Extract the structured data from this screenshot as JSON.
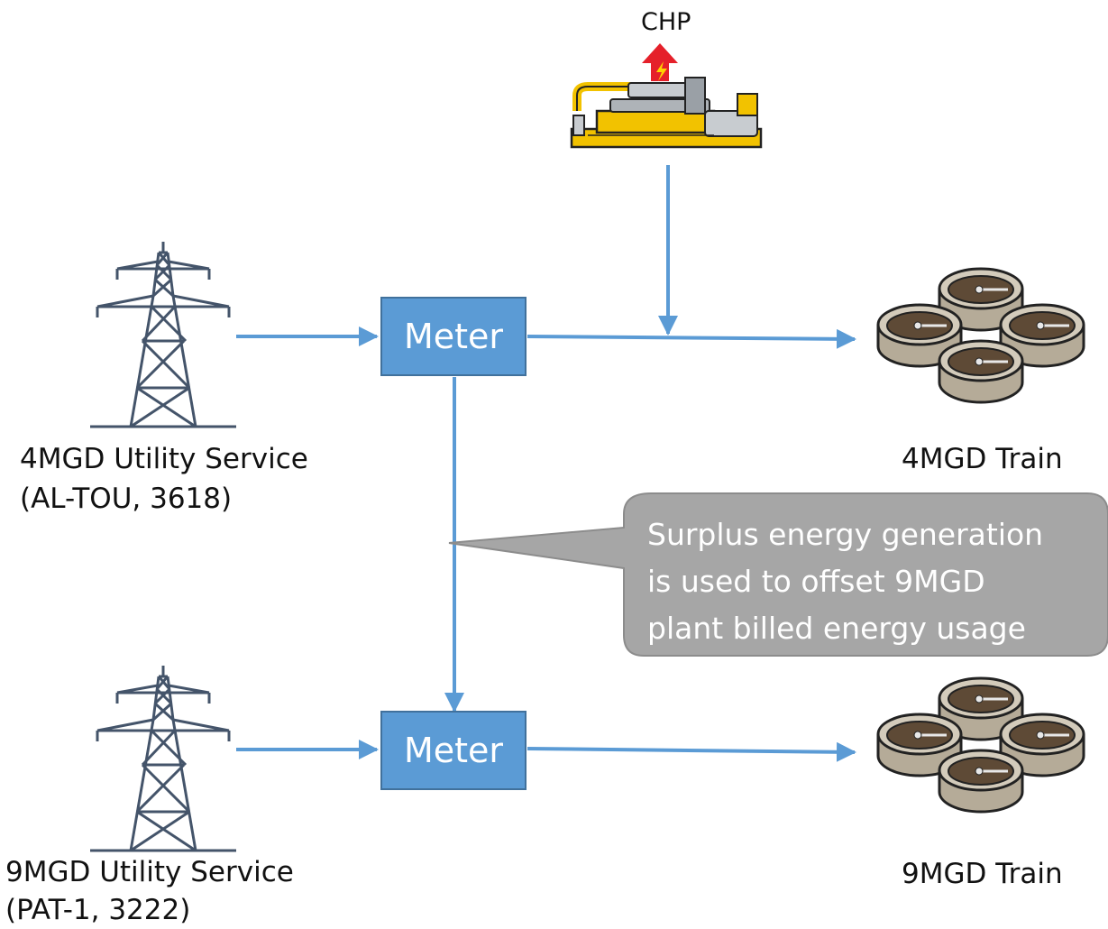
{
  "nodes": {
    "chp": {
      "label": "CHP"
    },
    "utility_4mgd": {
      "line1": "4MGD Utility Service",
      "line2": "(AL-TOU, 3618)"
    },
    "utility_9mgd": {
      "line1": "9MGD Utility Service",
      "line2": "(PAT-1, 3222)"
    },
    "meter_top": {
      "label": "Meter"
    },
    "meter_bottom": {
      "label": "Meter"
    },
    "train_4mgd": {
      "label": "4MGD Train"
    },
    "train_9mgd": {
      "label": "9MGD Train"
    }
  },
  "callout": {
    "lines": [
      "Surplus energy generation",
      "is used to offset 9MGD",
      "plant billed energy usage"
    ]
  },
  "colors": {
    "arrow": "#5b9bd5",
    "meter_fill": "#5b9bd5",
    "tower": "#44546a",
    "callout_fill": "#a6a6a6",
    "tank_outer": "#c9c0ae",
    "tank_inner": "#5e4a36",
    "chp_body": "#f2c200"
  },
  "icons": {
    "power_tower": "transmission-tower-icon",
    "chp": "chp-generator-icon",
    "train": "clarifier-tanks-icon",
    "electric": "lightning-bolt-icon"
  }
}
